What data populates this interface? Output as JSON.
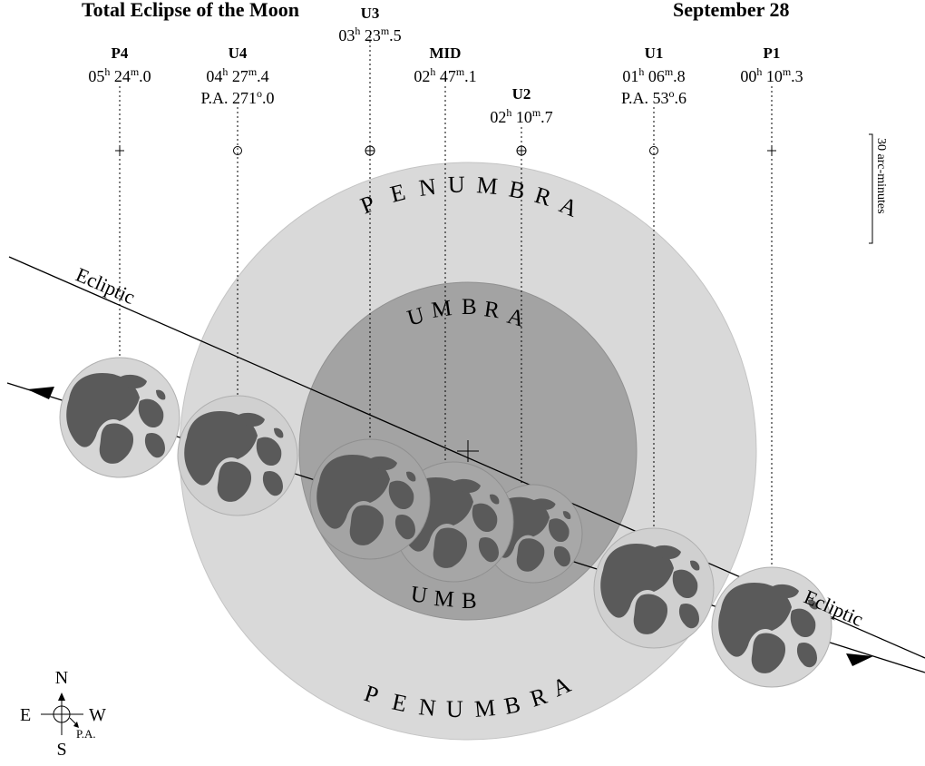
{
  "title": {
    "left_fragment": "Total Eclipse of the Moon",
    "right_fragment": "September 28"
  },
  "contacts": {
    "p4": {
      "name": "P4",
      "h": "05",
      "m": "24",
      "frac": "0",
      "pa": ""
    },
    "u4": {
      "name": "U4",
      "h": "04",
      "m": "27",
      "frac": "4",
      "pa_int": "271",
      "pa_frac": "0"
    },
    "u3": {
      "name": "U3",
      "h": "03",
      "m": "23",
      "frac": "5",
      "pa": ""
    },
    "mid": {
      "name": "MID",
      "h": "02",
      "m": "47",
      "frac": "1",
      "pa": ""
    },
    "u2": {
      "name": "U2",
      "h": "02",
      "m": "10",
      "frac": "7",
      "pa": ""
    },
    "u1": {
      "name": "U1",
      "h": "01",
      "m": "06",
      "frac": "8",
      "pa_int": "53",
      "pa_frac": "6"
    },
    "p1": {
      "name": "P1",
      "h": "00",
      "m": "10",
      "frac": "3",
      "pa": ""
    }
  },
  "labels": {
    "pa_prefix": "P.A.",
    "penumbra": "PENUMBRA",
    "umbra": "UMBRA",
    "ecliptic": "Ecliptic",
    "scale": "30 arc-minutes",
    "hour_sup": "h",
    "min_sup": "m",
    "deg_sup": "o"
  },
  "compass": {
    "north": "N",
    "south": "S",
    "east": "E",
    "west": "W",
    "pa": "P.A."
  },
  "colors": {
    "penumbra": "#d9d9d9",
    "umbra": "#a3a3a3",
    "moon_light": "#d6d6d6",
    "moon_maria": "#5a5a5a",
    "line": "#000000"
  }
}
